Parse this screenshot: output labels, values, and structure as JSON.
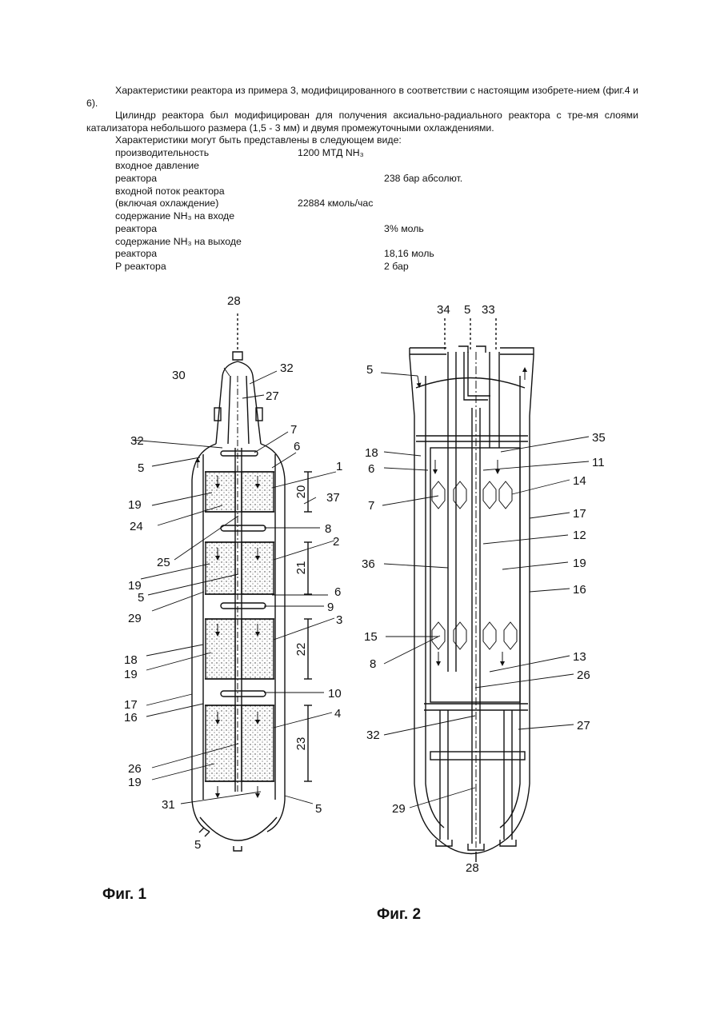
{
  "text": {
    "p1": "Характеристики реактора из примера 3, модифицированного в соответствии с настоящим изобрете-нием (фиг.4 и 6).",
    "p2": "Цилиндр реактора был модифицирован для получения аксиально-радиального реактора с тре-мя слоями катализатора небольшого размера (1,5 - 3 мм) и двумя промежуточными охлаждениями.",
    "p3": "Характеристики могут быть представлены в следующем виде:"
  },
  "specs": {
    "r1a": "производительность",
    "r1b": "1200 МТД NH₃",
    "r2a": "входное давление",
    "r3a": "реактора",
    "r3b": "238 бар абсолют.",
    "r4a": "входной поток реактора",
    "r5a": "(включая охлаждение)",
    "r5b": "22884 кмоль/час",
    "r6a": "содержание NH₃ на входе",
    "r7a": "реактора",
    "r7b": "3% моль",
    "r8a": "содержание NH₃ на выходе",
    "r9a": "реактора",
    "r9b": "18,16 моль",
    "r10a": "Р реактора",
    "r10b": "2 бар"
  },
  "fig1": {
    "caption": "Фиг. 1",
    "labels": [
      "28",
      "30",
      "32",
      "27",
      "32",
      "7",
      "6",
      "5",
      "1",
      "20",
      "19",
      "37",
      "24",
      "8",
      "25",
      "2",
      "21",
      "19",
      "5",
      "6",
      "29",
      "9",
      "3",
      "22",
      "18",
      "19",
      "10",
      "17",
      "16",
      "4",
      "23",
      "26",
      "19",
      "31",
      "5",
      "5"
    ]
  },
  "fig2": {
    "caption": "Фиг. 2",
    "labels": [
      "34",
      "5",
      "33",
      "5",
      "35",
      "18",
      "6",
      "11",
      "14",
      "7",
      "17",
      "12",
      "19",
      "36",
      "16",
      "15",
      "13",
      "8",
      "26",
      "27",
      "32",
      "29",
      "28"
    ]
  }
}
